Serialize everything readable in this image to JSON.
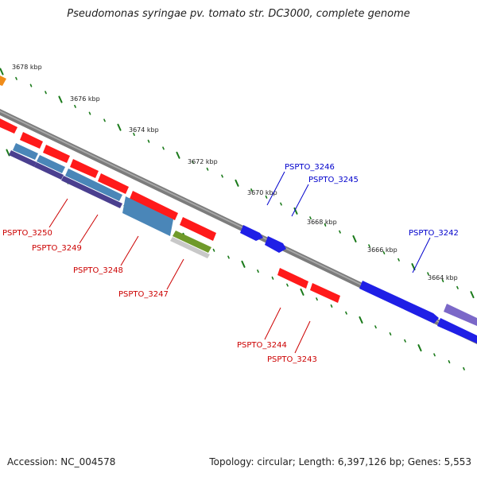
{
  "title": "Pseudomonas syringae pv. tomato str. DC3000, complete genome",
  "footer": {
    "accession": "Accession: NC_004578",
    "summary": "Topology: circular; Length: 6,397,126 bp; Genes: 5,553"
  },
  "colors": {
    "backbone": "#808080",
    "tick": "#1a7a1a",
    "forward_label": "#0000cc",
    "reverse_label": "#cc0000",
    "red": "#ff1a1a",
    "blue": "#1f1fe6",
    "steel": "#4a86b8",
    "indigo": "#4a3f8f",
    "olive": "#6f9a2a",
    "lavender": "#7b68c8",
    "orange": "#f08c1a"
  },
  "scale_labels": [
    "3678 kbp",
    "3676 kbp",
    "3674 kbp",
    "3672 kbp",
    "3670 kbp",
    "3668 kbp",
    "3666 kbp",
    "3664 kbp"
  ],
  "gene_labels": {
    "forward": [
      "PSPTO_3246",
      "PSPTO_3245",
      "PSPTO_3242"
    ],
    "reverse": [
      "PSPTO_3250",
      "PSPTO_3249",
      "PSPTO_3248",
      "PSPTO_3247",
      "PSPTO_3244",
      "PSPTO_3243"
    ]
  }
}
